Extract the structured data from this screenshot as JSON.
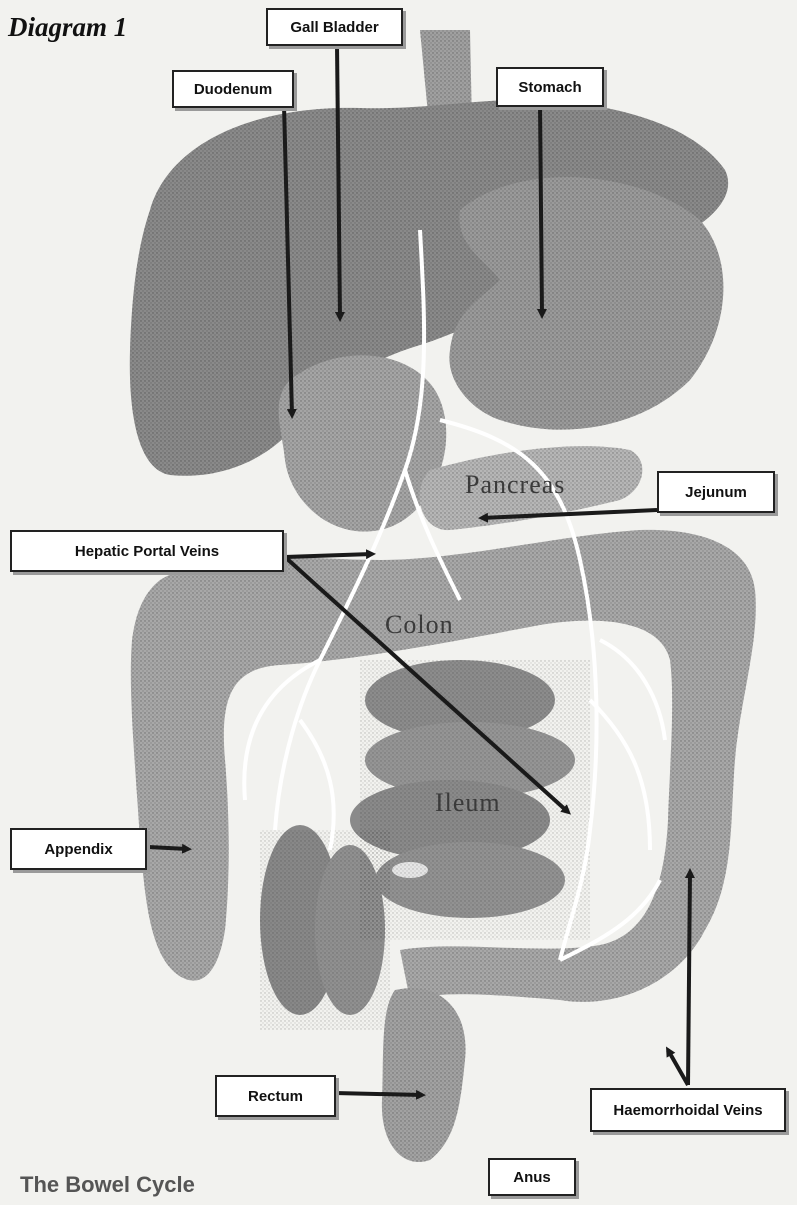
{
  "diagram": {
    "heading": "Diagram 1",
    "caption": "The Bowel Cycle"
  },
  "organ_text": {
    "pancreas": "Pancreas",
    "colon": "Colon",
    "ileum": "Ileum"
  },
  "labels": {
    "gall_bladder": "Gall Bladder",
    "duodenum": "Duodenum",
    "stomach": "Stomach",
    "jejunum": "Jejunum",
    "hepatic_portal_veins": "Hepatic Portal Veins",
    "appendix": "Appendix",
    "rectum": "Rectum",
    "anus": "Anus",
    "haemorrhoidal_veins": "Haemorrhoidal Veins"
  },
  "colors": {
    "background": "#f2f2ef",
    "liver": "#8a8a8a",
    "stomach": "#9a9a9a",
    "colon": "#a8a8a8",
    "intestine": "#8c8c8c",
    "pancreas": "#b6b6b6",
    "vein": "#ffffff",
    "arrow": "#1a1a1a"
  }
}
